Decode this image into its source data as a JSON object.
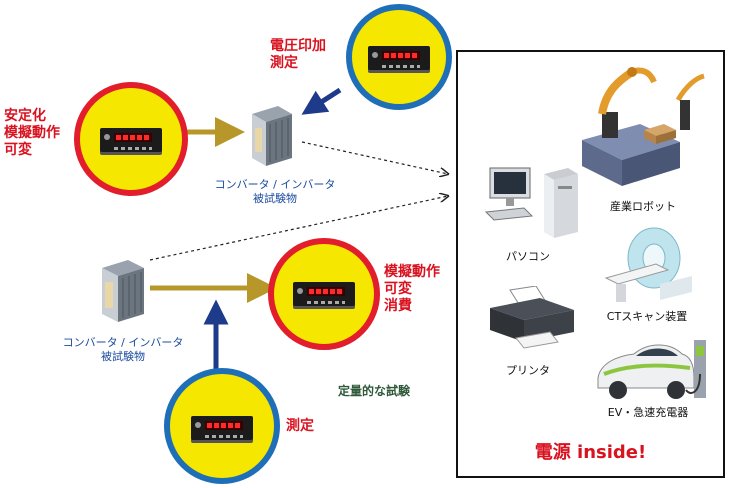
{
  "left_top": {
    "label_lines": [
      "安定化",
      "模擬動作",
      "可変"
    ]
  },
  "top_circle": {
    "label_lines": [
      "電圧印加",
      "測定"
    ]
  },
  "right_mid": {
    "label_lines": [
      "模擬動作",
      "可変",
      "消費"
    ]
  },
  "bottom_circle": {
    "label": "測定"
  },
  "dut_top": {
    "label_lines": [
      "コンバータ / インバータ",
      "被試験物"
    ]
  },
  "dut_bottom": {
    "label_lines": [
      "コンバータ / インバータ",
      "被試験物"
    ]
  },
  "quantitative_test": "定量的な試験",
  "panel": {
    "devices": {
      "pc": "パソコン",
      "robot": "産業ロボット",
      "ct": "CTスキャン装置",
      "printer": "プリンタ",
      "ev": "EV・急速充電器"
    },
    "power_inside": "電源 inside!"
  },
  "colors": {
    "circle_fill": "#f5e700",
    "red_ring": "#e21d2c",
    "blue_ring": "#1f6fb8",
    "arrow_gold": "#b8972a",
    "arrow_navy": "#1e3a8a"
  }
}
